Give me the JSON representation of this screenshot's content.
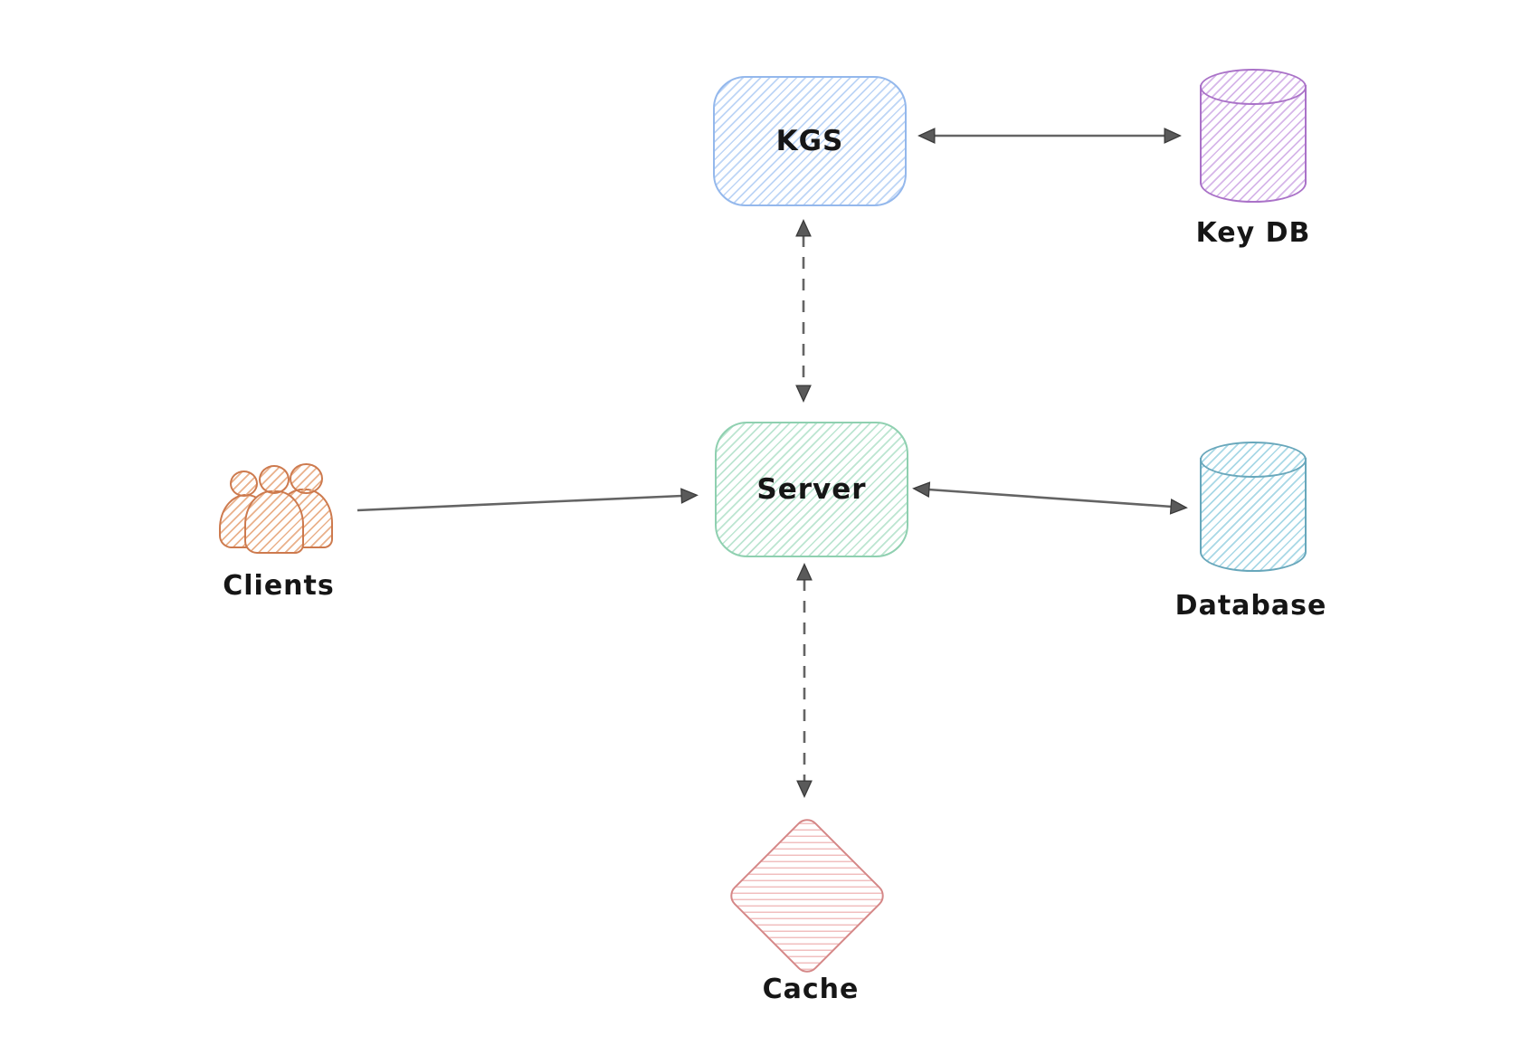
{
  "diagram": {
    "background": "#ffffff",
    "text_color": "#161616",
    "arrow_color": "#5a5a5a",
    "nodes": {
      "kgs": {
        "label": "KGS",
        "shape": "rounded-rectangle",
        "stroke": "#94b8ec",
        "hatch": "#bdd5f6"
      },
      "key_db": {
        "label": "Key DB",
        "shape": "cylinder",
        "stroke": "#aa72c8",
        "hatch": "#d6b6e9"
      },
      "clients": {
        "label": "Clients",
        "shape": "people-group",
        "stroke": "#cd7a4e",
        "hatch": "#eab18b"
      },
      "server": {
        "label": "Server",
        "shape": "rounded-rectangle",
        "stroke": "#8fd0b0",
        "hatch": "#bce5d1"
      },
      "database": {
        "label": "Database",
        "shape": "cylinder",
        "stroke": "#68a7bb",
        "hatch": "#a8d8e6"
      },
      "cache": {
        "label": "Cache",
        "shape": "diamond",
        "stroke": "#d58787",
        "hatch": "#f1bfbf"
      }
    },
    "edges": [
      {
        "id": "kgs-keydb",
        "from": "KGS",
        "to": "Key DB",
        "line": "solid",
        "arrowheads": "both"
      },
      {
        "id": "kgs-server",
        "from": "KGS",
        "to": "Server",
        "line": "dashed",
        "arrowheads": "both"
      },
      {
        "id": "clients-server",
        "from": "Clients",
        "to": "Server",
        "line": "solid",
        "arrowheads": "end"
      },
      {
        "id": "server-database",
        "from": "Server",
        "to": "Database",
        "line": "solid",
        "arrowheads": "both"
      },
      {
        "id": "server-cache",
        "from": "Server",
        "to": "Cache",
        "line": "dashed",
        "arrowheads": "both"
      }
    ]
  }
}
